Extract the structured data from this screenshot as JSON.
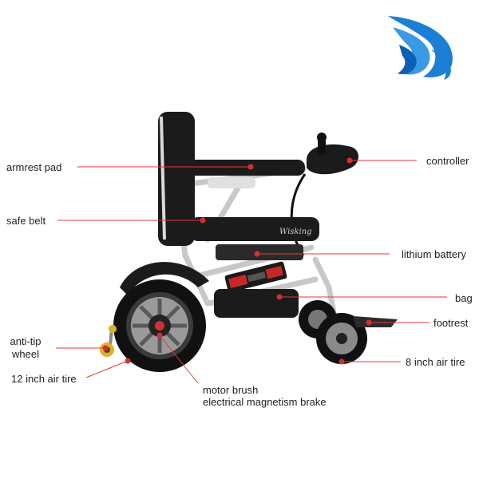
{
  "logo": {
    "name": "wing-logo",
    "colors": [
      "#1b7fd6",
      "#3a9ae6",
      "#0d5fb3"
    ]
  },
  "brand_text": "Wisking",
  "labels": {
    "armrest_pad": "armrest pad",
    "controller": "controller",
    "safe_belt": "safe belt",
    "lithium_battery": "lithium battery",
    "bag": "bag",
    "footrest": "footrest",
    "anti_tip_line1": "anti-tip",
    "anti_tip_line2": "wheel",
    "twelve_inch": "12 inch air tire",
    "eight_inch": "8 inch air tire",
    "motor_line1": "motor brush",
    "motor_line2": "electrical magnetism brake"
  },
  "colors": {
    "leader_line": "#e53935",
    "dot": "#d32f2f",
    "frame": "#c8c8c8",
    "seat": "#1b1b1b",
    "accent_red": "#c62828",
    "anti_tip_wheel": "#e0b020"
  }
}
